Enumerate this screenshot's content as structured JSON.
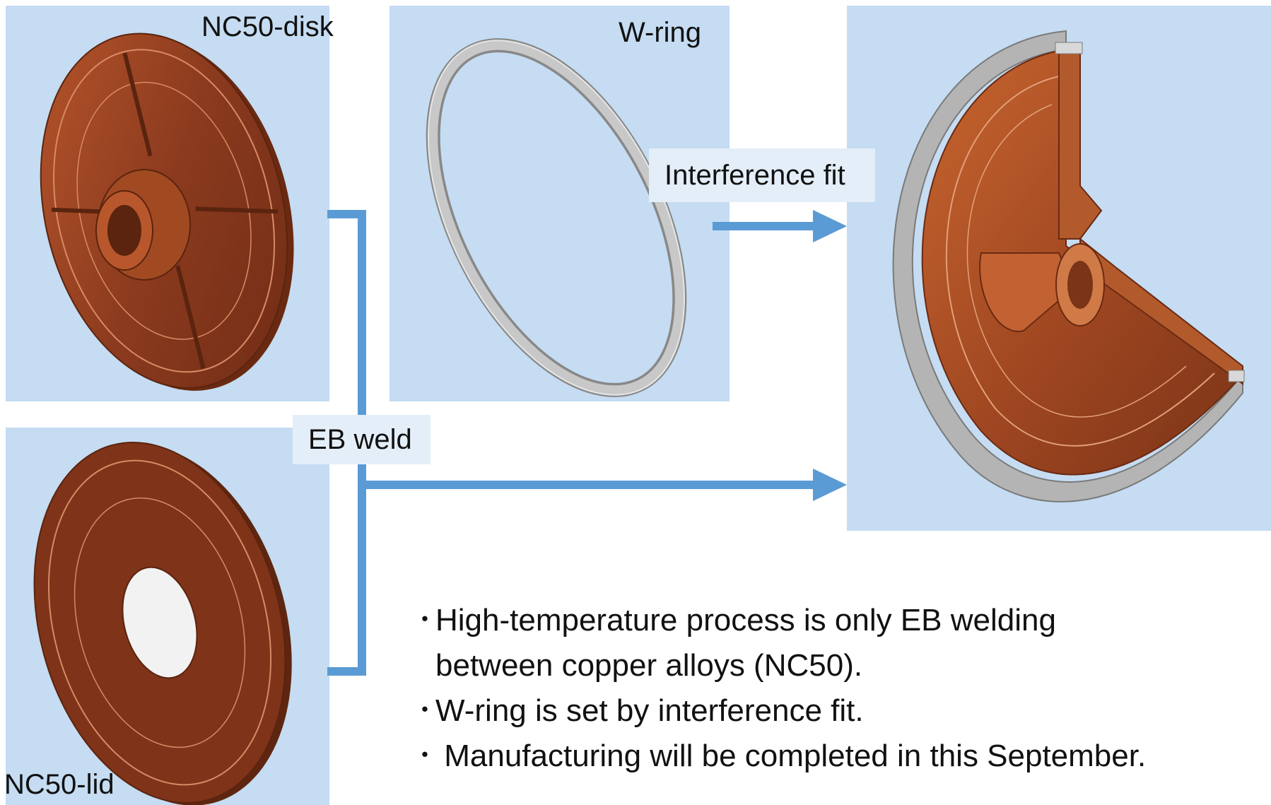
{
  "labels": {
    "disk": "NC50-disk",
    "ring": "W-ring",
    "lid": "NC50-lid"
  },
  "tags": {
    "interference_fit": "Interference fit",
    "eb_weld": "EB weld"
  },
  "notes": [
    {
      "bullet": "･",
      "line1": "High-temperature process is  only EB welding",
      "line2": "between copper alloys (NC50)."
    },
    {
      "bullet": "･",
      "line1": "W-ring is set by interference fit."
    },
    {
      "bullet": "･",
      "line1": " Manufacturing will be completed in this September."
    }
  ],
  "colors": {
    "panel_bg": "#c5dcf2",
    "tag_bg": "#e4eef8",
    "connector": "#5b9bd5",
    "copper": "#8b3a1e",
    "copper_light": "#b9572c",
    "tungsten": "#b4b4b4"
  }
}
